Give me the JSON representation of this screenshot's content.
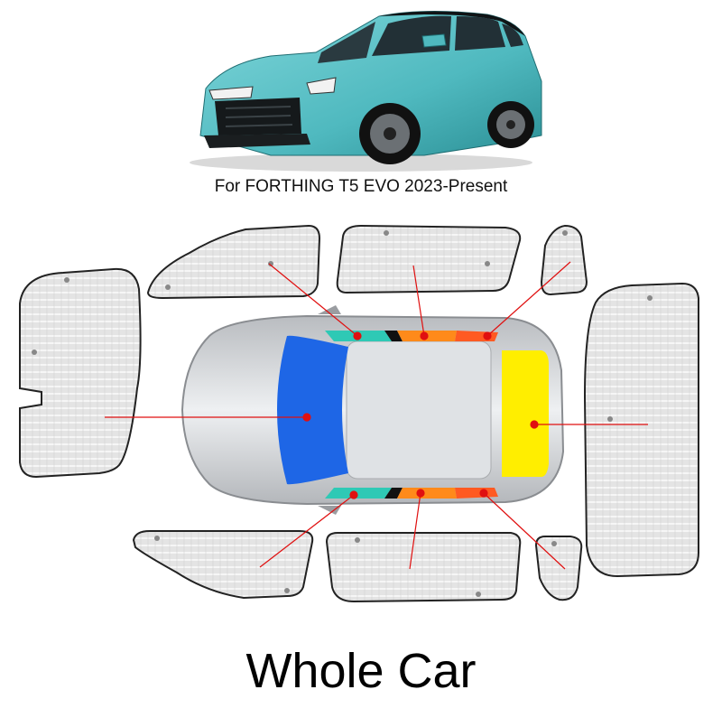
{
  "caption": "For FORTHING T5 EVO 2023-Present",
  "heading": "Whole Car",
  "colors": {
    "car_body": "#4fb9bf",
    "shade_fill": "#e6e6e6",
    "front_windshield": "#1e66e6",
    "rear_windshield": "#ffee00",
    "pointer": "#e01010",
    "front_side_window": "#2ec9b5",
    "middle_side_window": "#ff8a1a",
    "rear_side_window": "#ff5a22"
  },
  "images": {
    "car_photo": "teal-suv-front-three-quarter",
    "car_top_view": "silver-suv-top-view"
  },
  "shades": [
    {
      "name": "front-windshield-shade",
      "target": "front_windshield"
    },
    {
      "name": "rear-windshield-shade",
      "target": "rear_windshield"
    },
    {
      "name": "front-left-window-shade",
      "target": "front_side_window"
    },
    {
      "name": "rear-left-window-shade",
      "target": "middle_side_window"
    },
    {
      "name": "left-quarter-window-shade",
      "target": "rear_side_window"
    },
    {
      "name": "front-right-window-shade",
      "target": "front_side_window"
    },
    {
      "name": "rear-right-window-shade",
      "target": "middle_side_window"
    },
    {
      "name": "right-quarter-window-shade",
      "target": "rear_side_window"
    }
  ]
}
